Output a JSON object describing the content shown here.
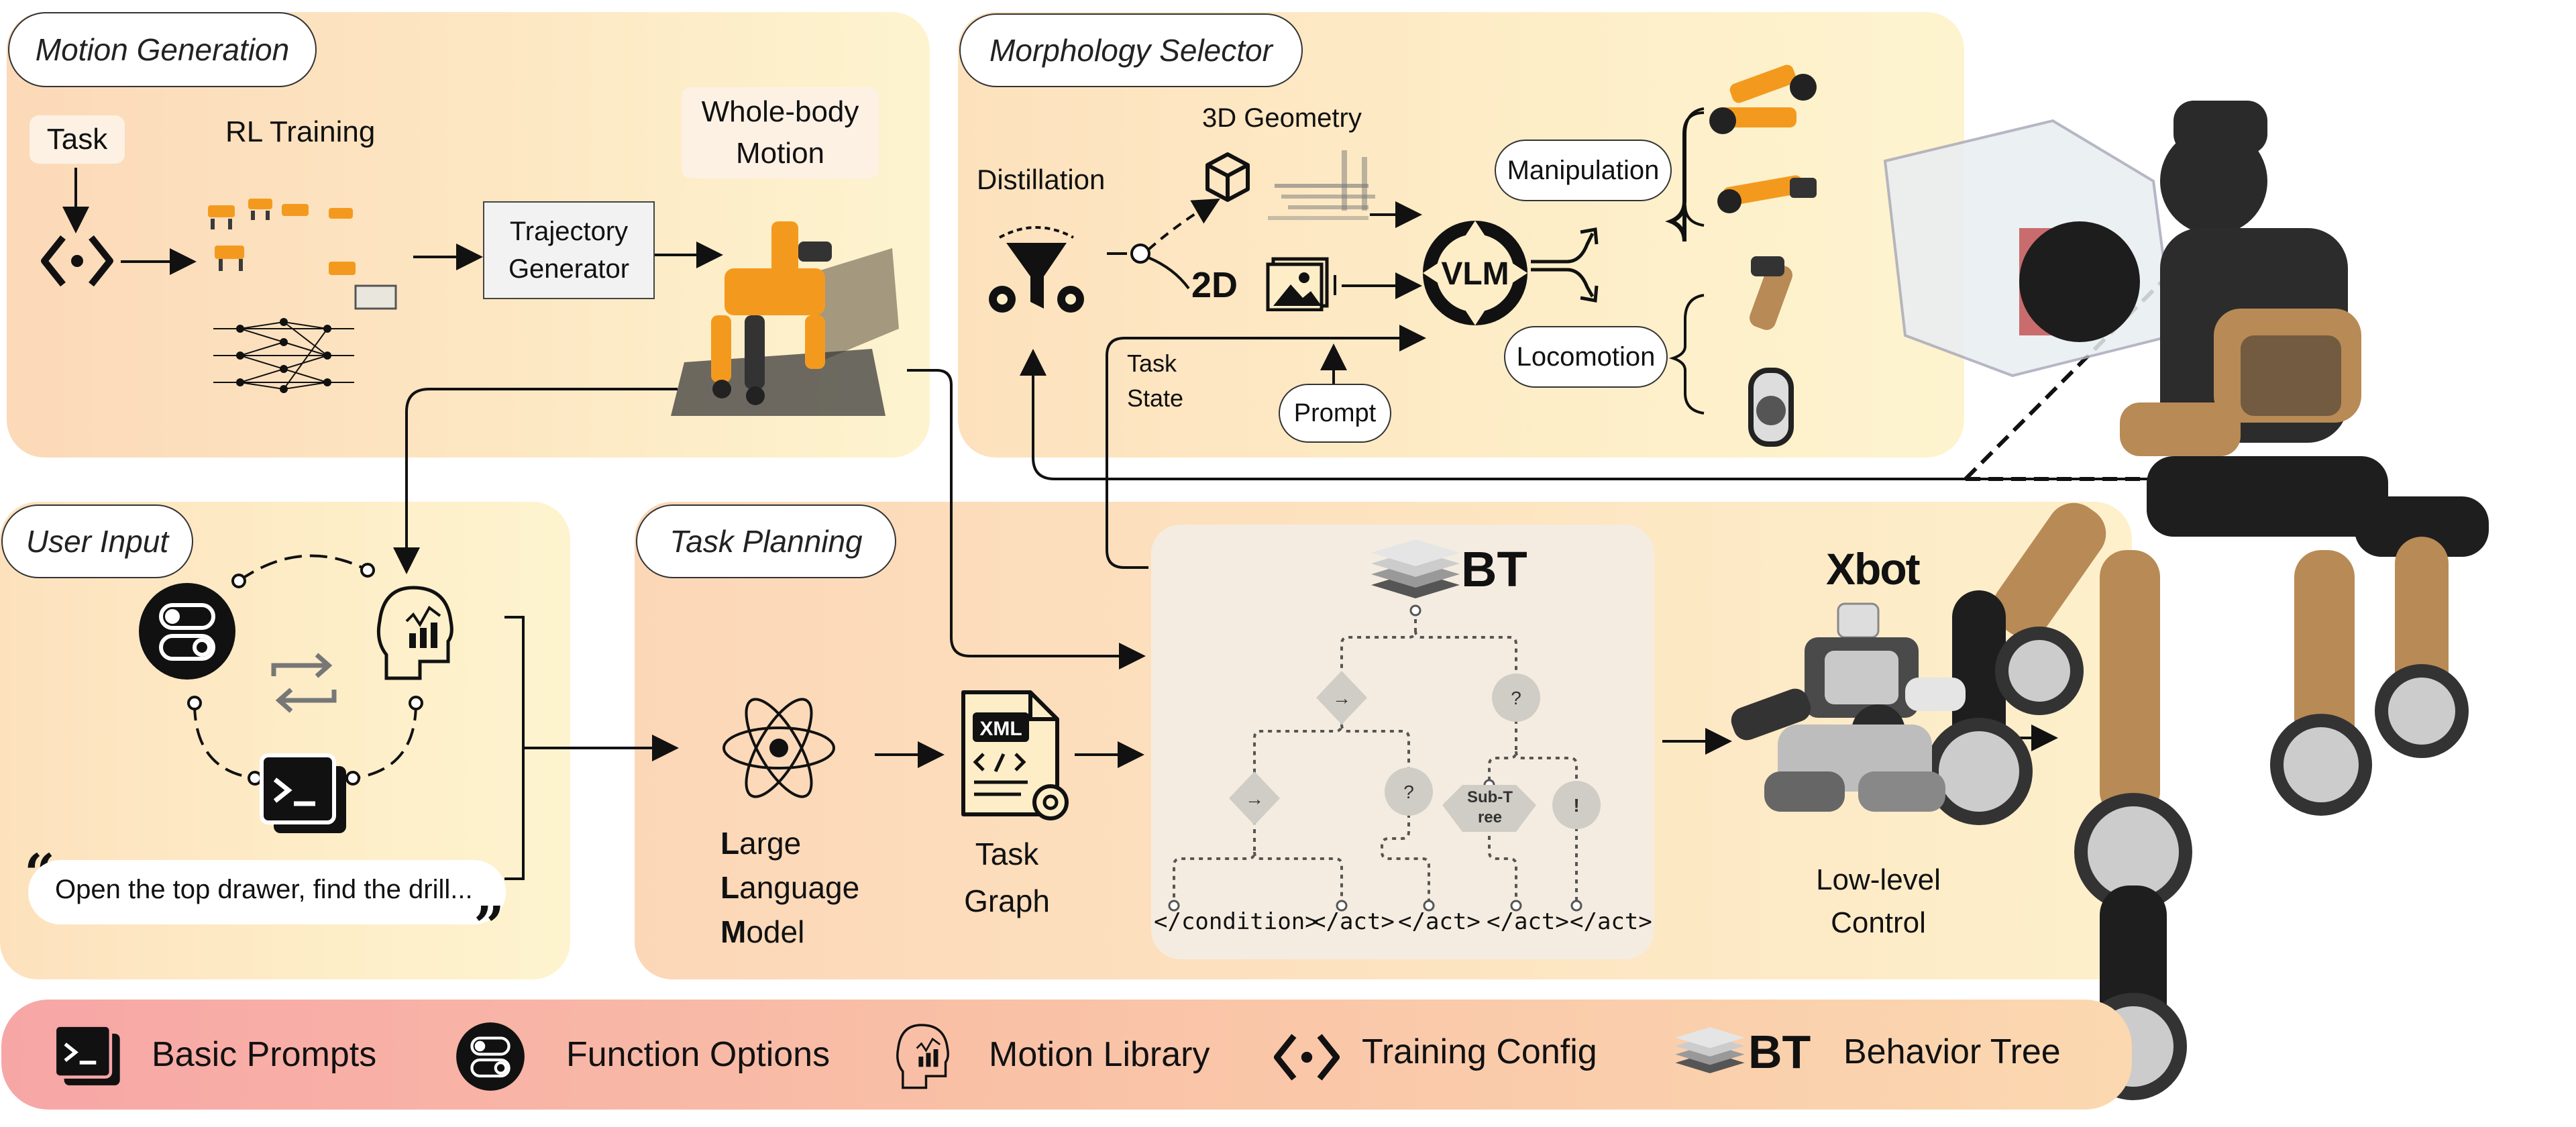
{
  "panels": {
    "motion_generation": "Motion Generation",
    "morphology_selector": "Morphology Selector",
    "user_input": "User Input",
    "task_planning": "Task Planning"
  },
  "motion": {
    "task": "Task",
    "rl_training": "RL Training",
    "trajectory_generator": "Trajectory Generator",
    "whole_body_motion": "Whole-body Motion"
  },
  "morphology": {
    "distillation": "Distillation",
    "geometry_3d": "3D Geometry",
    "label_2d": "2D",
    "vlm": "VLM",
    "task_state": "Task State",
    "prompt": "Prompt",
    "manipulation": "Manipulation",
    "locomotion": "Locomotion"
  },
  "user": {
    "quote_text": "Open the top drawer, find the drill..."
  },
  "planning": {
    "llm_line1_initial": "L",
    "llm_line1_rest": "arge",
    "llm_line2_initial": "L",
    "llm_line2_rest": "anguage",
    "llm_line3_initial": "M",
    "llm_line3_rest": "odel",
    "xml_badge": "XML",
    "task_graph": "Task Graph",
    "bt_title": "BT",
    "xbot": "Xbot",
    "low_level_control": "Low-level Control"
  },
  "bt_tree": {
    "seq": "→",
    "fallback": "?",
    "subtree": "Sub-Tree",
    "decorator": "!",
    "leaves": [
      "</condition>",
      "</act>",
      "</act>",
      "</act>",
      "</act>"
    ]
  },
  "legend": {
    "basic_prompts": "Basic Prompts",
    "function_options": "Function Options",
    "motion_library": "Motion Library",
    "training_config": "Training Config",
    "behavior_tree_badge": "BT",
    "behavior_tree": "Behavior Tree"
  },
  "colors": {
    "robot_orange": "#f39a1e",
    "robot_bronze": "#b88a55",
    "dark": "#111111",
    "legend_pink": "#f7a6a6"
  }
}
